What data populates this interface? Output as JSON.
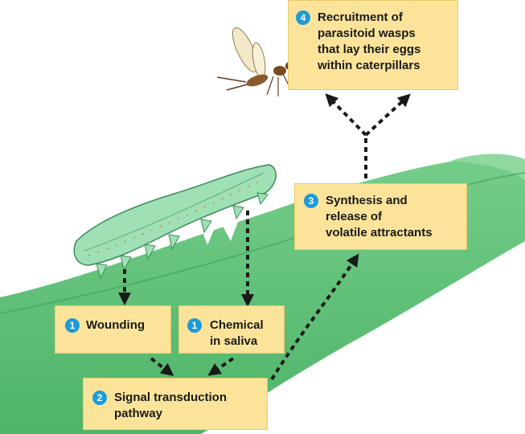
{
  "steps": {
    "wounding": {
      "number": "1",
      "label": "Wounding"
    },
    "chemical": {
      "number": "1",
      "label": "Chemical\nin saliva"
    },
    "signal": {
      "number": "2",
      "label": "Signal transduction\npathway"
    },
    "synthesis": {
      "number": "3",
      "label": "Synthesis and\nrelease of\nvolatile attractants"
    },
    "recruit": {
      "number": "4",
      "label": "Recruitment of\nparasitoid wasps\nthat lay their eggs\nwithin caterpillars"
    }
  },
  "colors": {
    "leaf": "#5cbf75",
    "leaf_light": "#8fd9a0",
    "caterpillar": "#9fe0b4",
    "box": "#fbe49a",
    "badge": "#1e9bd7",
    "arrow": "#1a1a1a"
  },
  "icons": [
    "wasp-icon",
    "caterpillar-icon",
    "leaf-shape"
  ]
}
